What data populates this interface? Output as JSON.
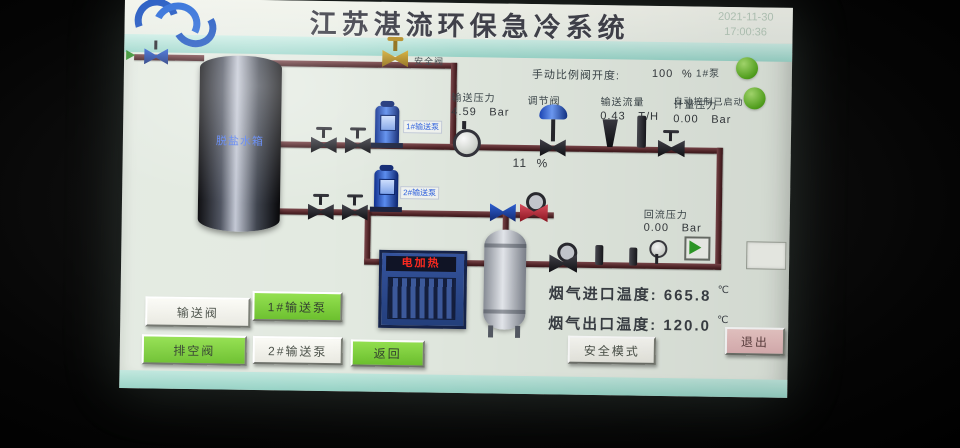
{
  "datetime": {
    "date": "2021-11-30",
    "time": "17:00:36"
  },
  "header": {
    "title": "江苏湛流环保急冷系统"
  },
  "status": {
    "manual_valve_label": "手动比例阀开度:",
    "manual_valve_value": "100",
    "manual_valve_unit": "%",
    "pump1_indicator_label": "1#泵",
    "auto_indicator_label": "自动控制已启动"
  },
  "readings": {
    "supply_pressure_label": "输送压力",
    "supply_pressure_value": "4.59",
    "supply_pressure_unit": "Bar",
    "control_valve_label": "调节阀",
    "supply_flow_label": "输送流量",
    "supply_flow_value": "0.43",
    "supply_flow_unit": "T/H",
    "metering_pressure_label": "计量压力",
    "metering_pressure_value": "0.00",
    "metering_pressure_unit": "Bar",
    "opening_value": "11",
    "opening_unit": "%",
    "return_pressure_label": "回流压力",
    "return_pressure_value": "0.00",
    "return_pressure_unit": "Bar",
    "inlet_temp_label": "烟气进口温度:",
    "inlet_temp_value": "665.8",
    "inlet_temp_unit": "℃",
    "outlet_temp_label": "烟气出口温度:",
    "outlet_temp_value": "120.0",
    "outlet_temp_unit": "℃"
  },
  "equipment": {
    "tank_label": "脱盐水箱",
    "pump1_tag": "1#输送泵",
    "pump2_tag": "2#输送泵",
    "relief_valve_label": "安全阀",
    "heater_display": "电加热"
  },
  "buttons": {
    "transfer_valve": "输送阀",
    "pump1": "1#输送泵",
    "drain_valve": "排空阀",
    "pump2": "2#输送泵",
    "back": "返回",
    "safe_mode": "安全模式",
    "exit": "退出"
  },
  "colors": {
    "accent_green": "#6cc02e",
    "indicator_on": "#55a81e",
    "pipe_maroon": "#4e2225",
    "pump_blue": "#2a50c8",
    "heater_blue": "#2c478a",
    "alarm_red": "#c6202e"
  }
}
